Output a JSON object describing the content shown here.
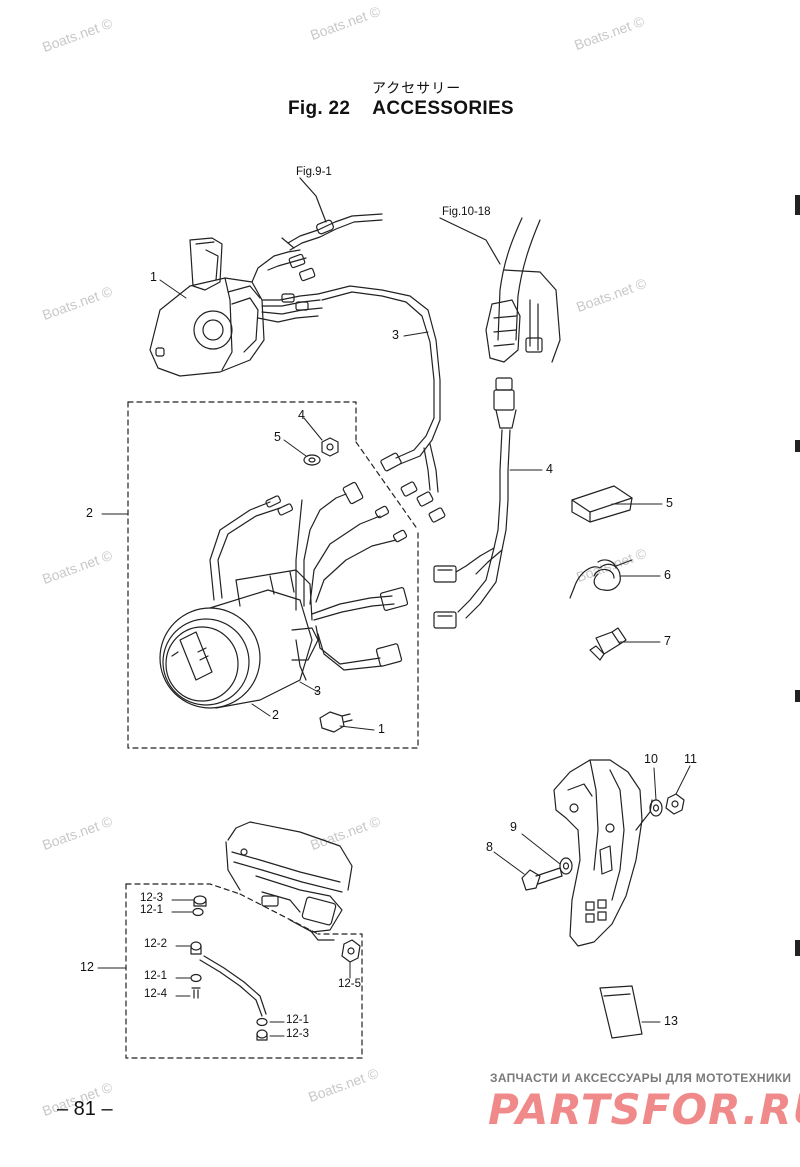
{
  "title": {
    "japanese": "アクセサリー",
    "fig_number": "Fig. 22",
    "fig_name": "ACCESSORIES"
  },
  "watermark": "Boats.net ©",
  "references": {
    "fig_9_1": "Fig.9-1",
    "fig_10_18": "Fig.10-18"
  },
  "callouts": {
    "c1_top": "1",
    "c2_group": "2",
    "c3_top": "3",
    "c4_top": "4",
    "c5_top": "5",
    "c4_right": "4",
    "c5_right": "5",
    "c6_right": "6",
    "c7_right": "7",
    "c3_mid": "3",
    "c2_mid": "2",
    "c1_mid": "1",
    "c10": "10",
    "c11": "11",
    "c9": "9",
    "c8": "8",
    "c12_3a": "12-3",
    "c12_1a": "12-1",
    "c12_2": "12-2",
    "c12_group": "12",
    "c12_1b": "12-1",
    "c12_4": "12-4",
    "c12_5": "12-5",
    "c12_1c": "12-1",
    "c12_3b": "12-3",
    "c13": "13"
  },
  "page_number": "– 81 –",
  "footer": {
    "tagline": "ЗАПЧАСТИ И АКСЕССУАРЫ ДЛЯ МОТОТЕХНИКИ",
    "brand": "PARTSFOR.RU"
  }
}
